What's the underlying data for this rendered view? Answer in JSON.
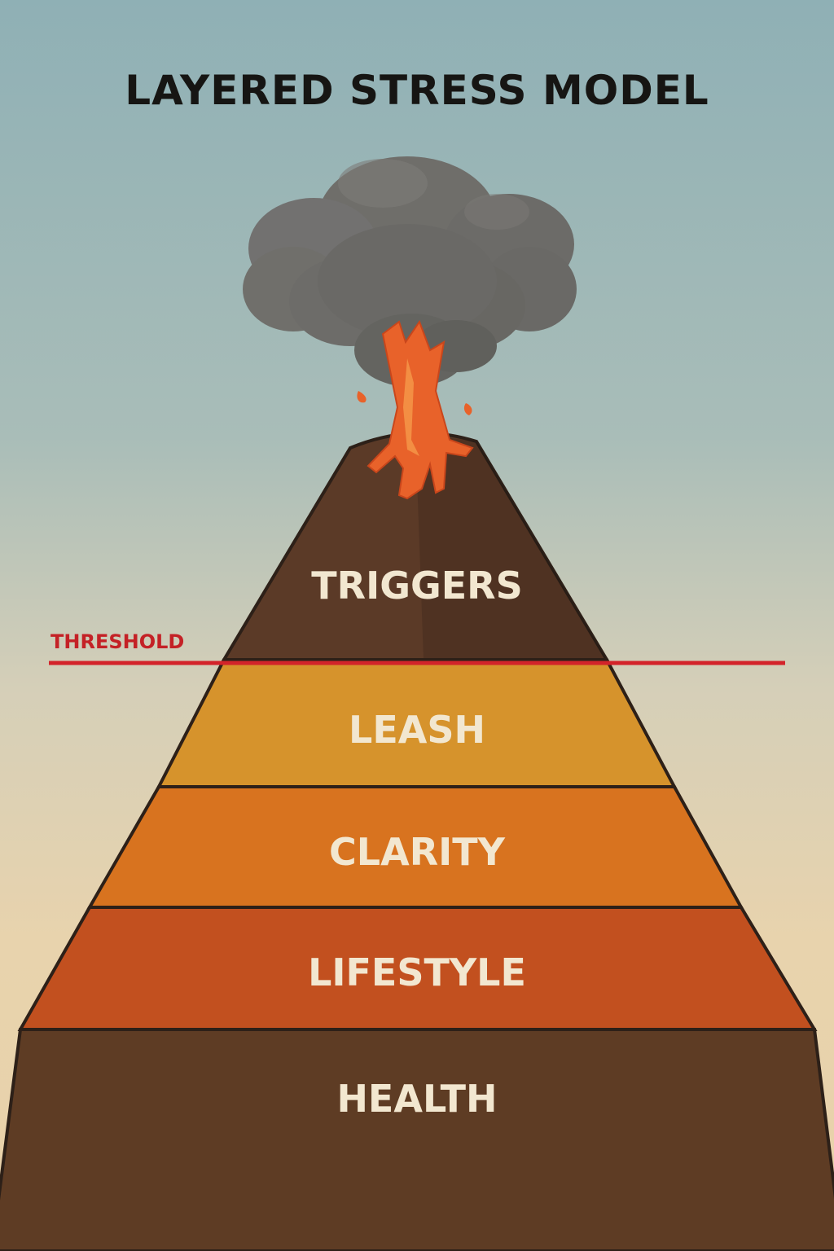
{
  "title": "LAYERED STRESS MODEL",
  "threshold": {
    "label": "THRESHOLD",
    "color": "#d3232a"
  },
  "layers": [
    {
      "label": "TRIGGERS",
      "color": "#5b3a27"
    },
    {
      "label": "LEASH",
      "color": "#d6932c"
    },
    {
      "label": "CLARITY",
      "color": "#d8731f"
    },
    {
      "label": "LIFESTYLE",
      "color": "#c2501f"
    },
    {
      "label": "HEALTH",
      "color": "#5e3c24"
    }
  ],
  "colors": {
    "ash_cloud": "#6f6e6a",
    "lava": "#e8622a",
    "outline": "#2d2018"
  }
}
